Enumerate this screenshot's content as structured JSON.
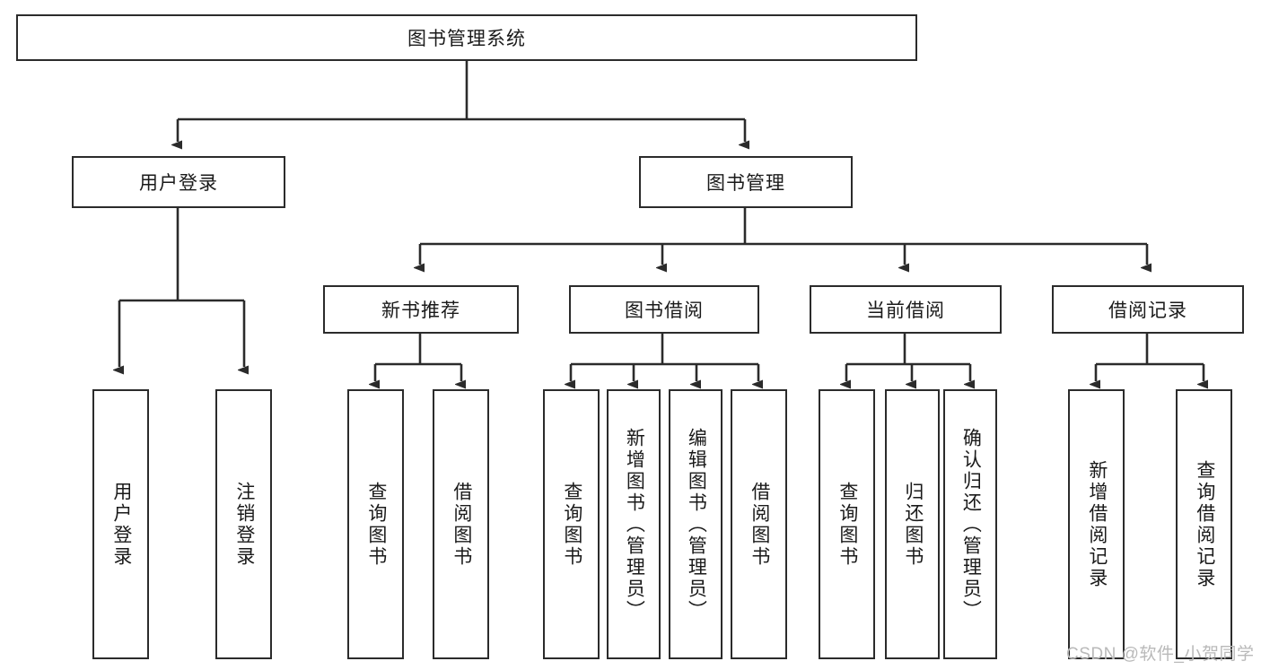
{
  "diagram": {
    "title": "图书管理系统",
    "type": "hierarchy-tree",
    "watermark": "CSDN @软件_小贺同学",
    "root": {
      "id": "root",
      "label": "图书管理系统"
    },
    "level2": [
      {
        "id": "user-login",
        "label": "用户登录"
      },
      {
        "id": "book-management",
        "label": "图书管理"
      }
    ],
    "level3": [
      {
        "id": "new-book-recommend",
        "label": "新书推荐"
      },
      {
        "id": "book-borrow",
        "label": "图书借阅"
      },
      {
        "id": "current-borrow",
        "label": "当前借阅"
      },
      {
        "id": "borrow-record",
        "label": "借阅记录"
      }
    ],
    "leaves": [
      {
        "id": "leaf-user-login",
        "label": "用户登录",
        "parent": "user-login"
      },
      {
        "id": "leaf-logout-login",
        "label": "注销登录",
        "parent": "user-login"
      },
      {
        "id": "leaf-query-book-1",
        "label": "查询图书",
        "parent": "new-book-recommend"
      },
      {
        "id": "leaf-borrow-book-1",
        "label": "借阅图书",
        "parent": "new-book-recommend"
      },
      {
        "id": "leaf-query-book-2",
        "label": "查询图书",
        "parent": "book-borrow"
      },
      {
        "id": "leaf-add-book",
        "label": "新增图书（管理员）",
        "parent": "book-borrow"
      },
      {
        "id": "leaf-edit-book",
        "label": "编辑图书（管理员）",
        "parent": "book-borrow"
      },
      {
        "id": "leaf-borrow-book-2",
        "label": "借阅图书",
        "parent": "book-borrow"
      },
      {
        "id": "leaf-query-book-3",
        "label": "查询图书",
        "parent": "current-borrow"
      },
      {
        "id": "leaf-return-book",
        "label": "归还图书",
        "parent": "current-borrow"
      },
      {
        "id": "leaf-confirm-return",
        "label": "确认归还（管理员）",
        "parent": "current-borrow"
      },
      {
        "id": "leaf-add-record",
        "label": "新增借阅记录",
        "parent": "borrow-record"
      },
      {
        "id": "leaf-query-record",
        "label": "查询借阅记录",
        "parent": "borrow-record"
      }
    ],
    "colors": {
      "stroke": "#2b2b2b",
      "fill": "#ffffff",
      "text": "#1a1a1a",
      "watermark": "#b9b9b9"
    }
  }
}
